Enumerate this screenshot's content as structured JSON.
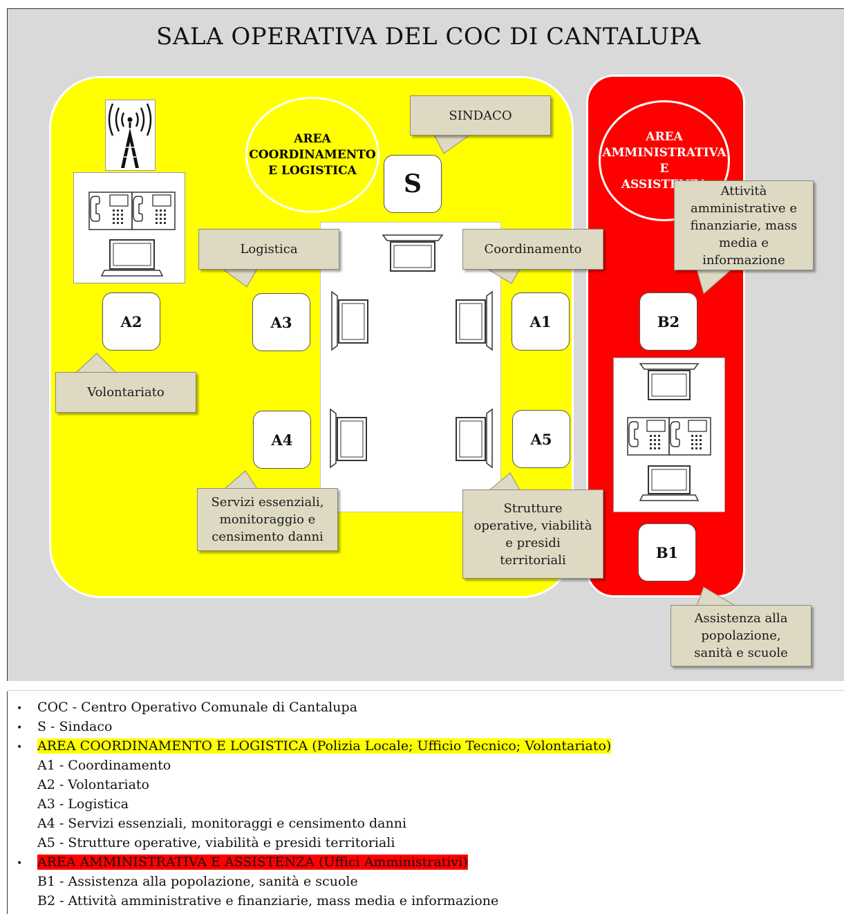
{
  "title": "SALA OPERATIVA DEL COC DI CANTALUPA",
  "areas": {
    "coordinamento": {
      "label": "AREA\nCOORDINAMENTO\nE LOGISTICA",
      "color": "#ffff00"
    },
    "amministrativa": {
      "label": "AREA\nAMMINISTRATIVA E\nASSISTENZA",
      "color": "#ff0000"
    }
  },
  "stations": {
    "s": "S",
    "a1": "A1",
    "a2": "A2",
    "a3": "A3",
    "a4": "A4",
    "a5": "A5",
    "b1": "B1",
    "b2": "B2"
  },
  "callouts": {
    "sindaco": "SINDACO",
    "logistica": "Logistica",
    "coordinamento": "Coordinamento",
    "attivita": "Attività\namministrative e\nfinanziarie, mass\nmedia e\ninformazione",
    "volontariato": "Volontariato",
    "servizi": "Servizi essenziali,\nmonitoraggio e\ncensimento danni",
    "strutture": "Strutture\noperative, viabilità\ne presidi\nterritoriali",
    "assistenza": "Assistenza alla\npopolazione,\nsanità e scuole"
  },
  "legend": {
    "coc": "COC - Centro Operativo Comunale di Cantalupa",
    "s": "S - Sindaco",
    "area_a": "AREA COORDINAMENTO E LOGISTICA (Polizia Locale; Ufficio Tecnico; Volontariato)",
    "a1": "A1 - Coordinamento",
    "a2": "A2 - Volontariato",
    "a3": "A3 - Logistica",
    "a4": "A4 - Servizi essenziali, monitoraggi e censimento danni",
    "a5": "A5 - Strutture operative, viabilità e presidi territoriali",
    "area_b": "AREA AMMINISTRATIVA E ASSISTENZA (Uffici Amministrativi)",
    "b1": "B1 - Assistenza alla popolazione, sanità e scuole",
    "b2": "B2 - Attività amministrative e finanziarie, mass media e informazione"
  },
  "icons": [
    "antenna-icon",
    "telephone-icon",
    "laptop-icon"
  ]
}
